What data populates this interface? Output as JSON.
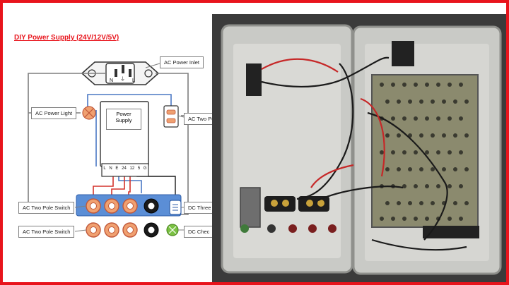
{
  "diagram": {
    "title": "DIY Power Supply (24V/12V/5V)",
    "labels": {
      "ac_inlet": "AC Power Inlet",
      "ac_light": "AC Power Light",
      "power_supply": "Power\nSupply",
      "ac_two_pole_right": "AC Two Po",
      "ac_two_pole_switch_1": "AC Two Pole Switch",
      "ac_two_pole_switch_2": "AC Two Pole Switch",
      "dc_three": "DC Three",
      "dc_check": "DC Chec"
    },
    "inlet_pins": [
      "N",
      "⏚",
      "L"
    ],
    "terminal_labels": [
      "L",
      "N",
      "E",
      "24",
      "12",
      "5",
      "G"
    ]
  },
  "colors": {
    "border": "#e8141c",
    "wire_red": "#d4322b",
    "wire_blue": "#4a78c4",
    "wire_black": "#1a1a1a",
    "wire_gray": "#7f7f7f",
    "terminal_orange": "#f0a070",
    "switch_bar": "#5b8ed6",
    "light_green": "#7ac142",
    "photo_box": "#c9cac6",
    "photo_bg": "#3b3b3b"
  }
}
